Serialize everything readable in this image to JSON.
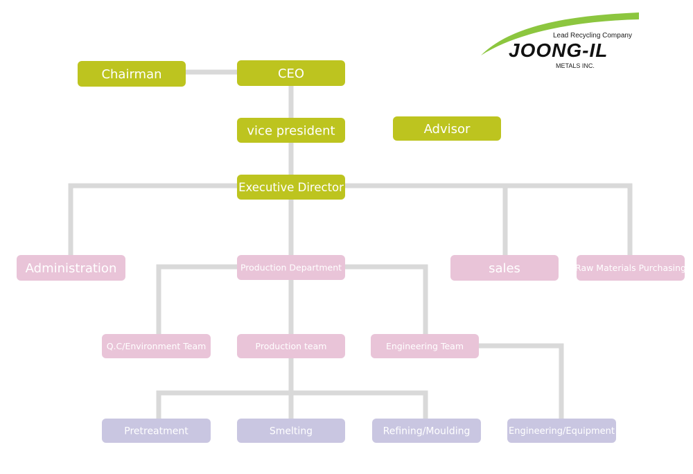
{
  "logo": {
    "tagline": "Lead Recycling Company",
    "brand": "JOONG-IL",
    "subtitle": "METALS INC."
  },
  "colors": {
    "lime": "#bdc41f",
    "pink": "#e9c4d8",
    "lavender": "#c9c6e1",
    "connector": "#d9d9d9",
    "logo_swoosh": "#8cc63f"
  },
  "nodes": {
    "chairman": "Chairman",
    "ceo": "CEO",
    "vice_president": "vice president",
    "advisor": "Advisor",
    "executive_director": "Executive Director",
    "administration": "Administration",
    "production_department": "Production Department",
    "sales": "sales",
    "raw_materials_purchasing": "Raw Materials Purchasing",
    "qc_environment_team": "Q.C/Environment Team",
    "production_team": "Production team",
    "engineering_team": "Engineering Team",
    "pretreatment": "Pretreatment",
    "smelting": "Smelting",
    "refining_moulding": "Refining/Moulding",
    "engineering_equipment": "Engineering/Equipment"
  }
}
